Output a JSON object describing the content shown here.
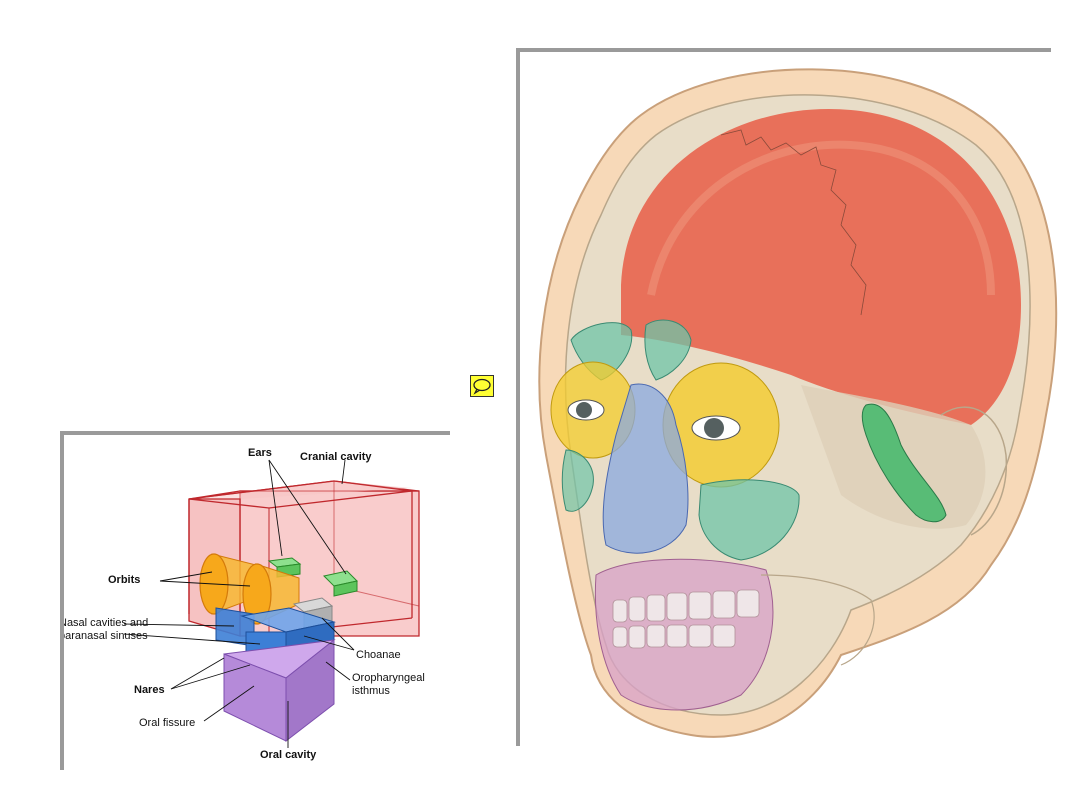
{
  "diagram_left": {
    "labels": {
      "ears": "Ears",
      "cranial_cavity": "Cranial cavity",
      "orbits": "Orbits",
      "nasal_line1": "Nasal cavities and",
      "nasal_line2": "paranasal sinuses",
      "choanae": "Choanae",
      "nares": "Nares",
      "oral_fissure": "Oral fissure",
      "oro_line1": "Oropharyngeal",
      "oro_line2": "isthmus",
      "oral_cavity": "Oral cavity"
    },
    "colors": {
      "cranial": "#f4a3a3",
      "orbit": "#f7a81b",
      "ear": "#5cc45c",
      "nasal": "#3d7fd6",
      "oral": "#b58ad9",
      "choanae": "#b0b0b0"
    }
  },
  "diagram_right": {
    "colors": {
      "skull": "#e8ddc8",
      "cranium": "#e8705a",
      "skin": "#f7d9b8",
      "orbit": "#f4cc2c",
      "sinus": "#6fc4a8",
      "nose": "#8aa8e0",
      "mouth": "#d8a0c8",
      "ear": "#3fb86a"
    }
  },
  "comment_icon": "speech-bubble-icon"
}
